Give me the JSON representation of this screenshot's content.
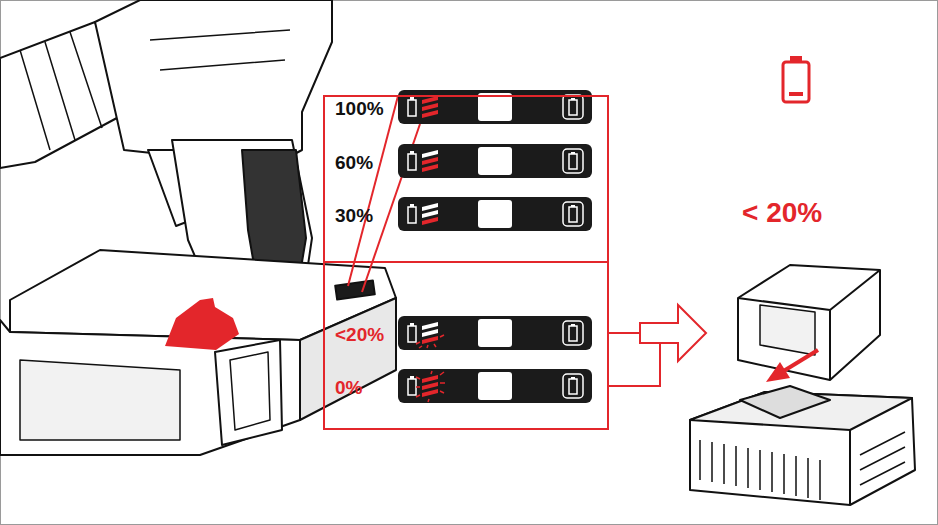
{
  "diagram": {
    "nodes": [
      {
        "text": [
          "100%",
          "60%",
          "30%"
        ]
      },
      {
        "text": [
          "<20%",
          "0%"
        ]
      }
    ],
    "labels": [
      "< 20%"
    ]
  }
}
